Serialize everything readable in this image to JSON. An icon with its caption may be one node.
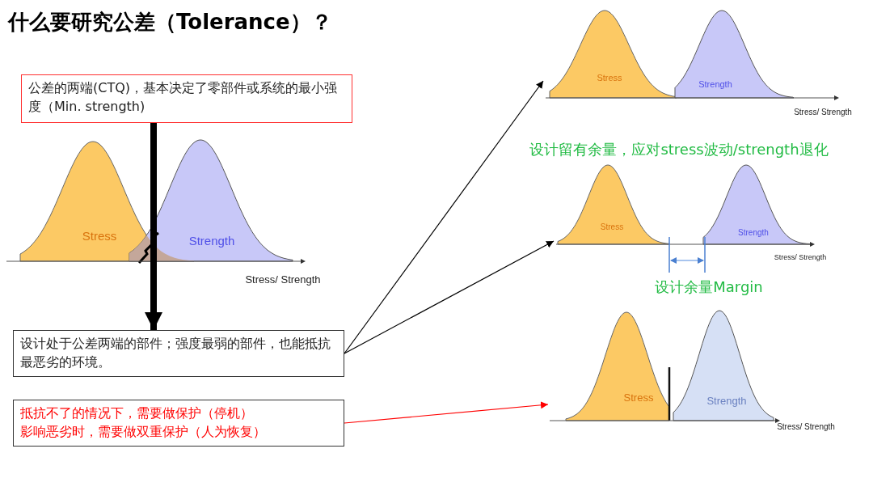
{
  "diagram": {
    "title": "什么要研究公差（Tolerance）？",
    "nodes": [
      {
        "text": [
          "公差的两端(CTQ)，基本决定了零部件或系统的最小强度（Min. strength)"
        ]
      },
      {
        "text": [
          "设计处于公差两端的部件；强度最弱的部件，也能抵抗最恶劣的环境。"
        ]
      },
      {
        "text": [
          "抵抗不了的情况下，需要做保护（停机）",
          "影响恶劣时，需要做双重保护（人为恢复）"
        ]
      },
      {
        "text": [
          "Stress",
          "Strength",
          "Stress/ Strength"
        ]
      },
      {
        "text": [
          "Stress",
          "Strength",
          "Stress/ Strength"
        ]
      },
      {
        "text": [
          "Stress",
          "Strength",
          "Stress/ Strength"
        ]
      }
    ],
    "edges": [
      {
        "from": 0,
        "to": 1,
        "arrow": "to",
        "style": "thick"
      },
      {
        "from": 1,
        "to": 3,
        "arrow": "to"
      },
      {
        "from": 1,
        "to": 4,
        "arrow": "to"
      },
      {
        "from": 2,
        "to": 5,
        "arrow": "to",
        "color": "#ff0000"
      }
    ],
    "labels": [
      "设计留有余量，应对stress波动/strength退化",
      "Stress",
      "Strength",
      "Stress/ Strength",
      "设计余量Margin"
    ]
  }
}
